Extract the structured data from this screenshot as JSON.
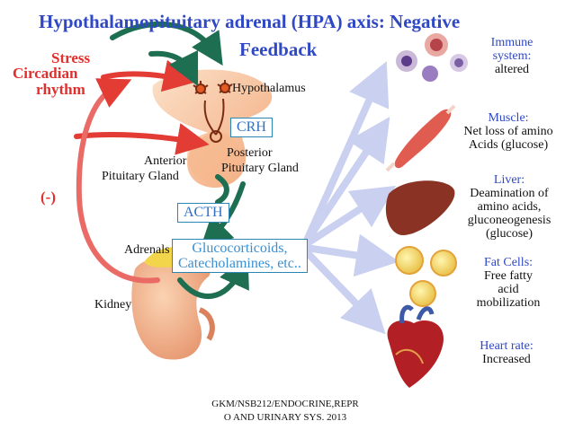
{
  "title": {
    "line1": "Hypothalamopituitary adrenal  (HPA) axis: Negative",
    "line2": "Feedback"
  },
  "inputs": {
    "stress": "Stress",
    "circadian": "Circadian",
    "rhythm": "rhythm",
    "negative": "(-)"
  },
  "labels": {
    "hypothalamus": "Hypothalamus",
    "crh": "CRH",
    "anterior": "Anterior",
    "pituitary_gland": "Pituitary Gland",
    "posterior": "Posterior",
    "posterior_gland": "Pituitary Gland",
    "acth": "ACTH",
    "adrenals": "Adrenals",
    "glucocorticoids": "Glucocorticoids,",
    "catecholamines": "Catecholamines, etc..",
    "kidney": "Kidney"
  },
  "effects": {
    "immune": {
      "heading1": "Immune",
      "heading2": "system:",
      "body": "altered"
    },
    "muscle": {
      "heading": "Muscle:",
      "body1": "Net loss of amino",
      "body2": "Acids (glucose)"
    },
    "liver": {
      "heading": "Liver:",
      "body1": "Deamination of",
      "body2": "amino acids,",
      "body3": "gluconeogenesis",
      "body4": "(glucose)"
    },
    "fat": {
      "heading": "Fat Cells:",
      "body1": "Free fatty",
      "body2": "acid",
      "body3": "mobilization"
    },
    "heart": {
      "heading": "Heart rate:",
      "body": "Increased"
    }
  },
  "footer": {
    "line1": "GKM/NSB212/ENDOCRINE,REPR",
    "line2": "O AND URINARY SYS. 2013"
  },
  "colors": {
    "title": "#2f48c4",
    "stress": "#e0302e",
    "feedback_arrow": "#1e6e52",
    "effect_arrow": "#c9d0f0"
  }
}
